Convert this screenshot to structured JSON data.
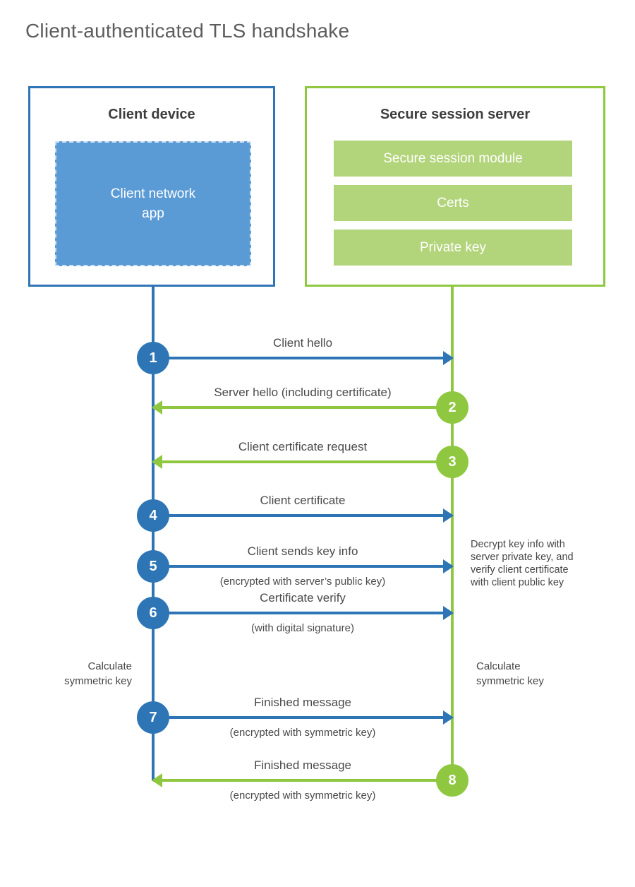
{
  "page": {
    "title": "Client-authenticated TLS handshake"
  },
  "colors": {
    "blue_accent": "#2e75b6",
    "blue_fill": "#5b9bd5",
    "green_accent": "#8fc840",
    "green_fill": "#b2d47a",
    "heading_text": "#3d3d3d",
    "body_text": "#4a4a4a"
  },
  "client": {
    "heading": "Client device",
    "app_label": "Client network app"
  },
  "server": {
    "heading": "Secure session server",
    "modules": [
      "Secure session module",
      "Certs",
      "Private key"
    ]
  },
  "messages": [
    {
      "num": "1",
      "label": "Client hello",
      "sub": "",
      "direction": "client-to-server"
    },
    {
      "num": "2",
      "label": "Server hello (including certificate)",
      "sub": "",
      "direction": "server-to-client"
    },
    {
      "num": "3",
      "label": "Client certificate request",
      "sub": "",
      "direction": "server-to-client"
    },
    {
      "num": "4",
      "label": "Client certificate",
      "sub": "",
      "direction": "client-to-server"
    },
    {
      "num": "5",
      "label": "Client sends key info",
      "sub": "(encrypted with server’s public key)",
      "direction": "client-to-server"
    },
    {
      "num": "6",
      "label": "Certificate verify",
      "sub": "(with digital signature)",
      "direction": "client-to-server"
    },
    {
      "num": "7",
      "label": "Finished message",
      "sub": "(encrypted with symmetric key)",
      "direction": "client-to-server"
    },
    {
      "num": "8",
      "label": "Finished message",
      "sub": "(encrypted with symmetric key)",
      "direction": "server-to-client"
    }
  ],
  "annotations": {
    "calc_left": "Calculate symmetric key",
    "calc_right": "Calculate symmetric key",
    "decrypt_note": "Decrypt key info with server private key, and verify client certificate with client public key"
  }
}
